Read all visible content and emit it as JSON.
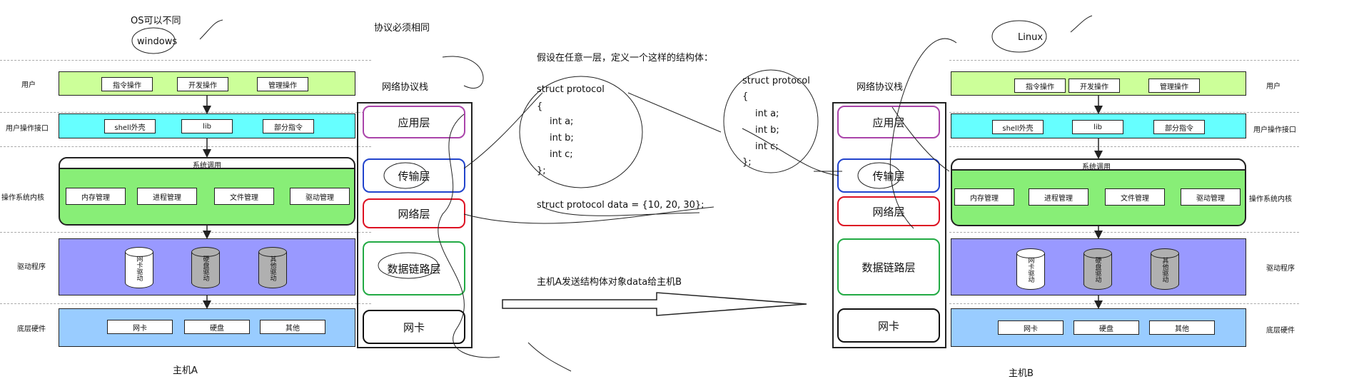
{
  "notes": {
    "os_can_differ": "OS可以不同",
    "windows": "windows",
    "linux": "Linux",
    "protocol_must_same": "协议必须相同",
    "assume_struct": "假设在任意一层，定义一个这样的结构体：",
    "send_msg": "主机A发送结构体对象data给主机B"
  },
  "code_left": {
    "decl": "struct protocol",
    "open": "{",
    "a": "int a;",
    "b": "int b;",
    "c": "int c;",
    "close": "};",
    "data_line": "struct protocol data  =  {10, 20, 30};"
  },
  "code_right": {
    "decl": "struct protocol",
    "open": "{",
    "a": "int a;",
    "b": "int b;",
    "c": "int c;",
    "close": "};"
  },
  "hostA": {
    "title": "主机A",
    "rows": {
      "user": "用户",
      "user_if": "用户操作接口",
      "kernel": "操作系统内核",
      "driver": "驱动程序",
      "hardware": "底层硬件"
    },
    "user_items": [
      "指令操作",
      "开发操作",
      "管理操作"
    ],
    "user_if_items": [
      "shell外壳",
      "lib",
      "部分指令"
    ],
    "syscall": "系统调用",
    "kernel_items": [
      "内存管理",
      "进程管理",
      "文件管理",
      "驱动管理"
    ],
    "driver_items": [
      "网卡驱动",
      "硬盘驱动",
      "其他驱动"
    ],
    "hw_items": [
      "网卡",
      "硬盘",
      "其他"
    ]
  },
  "hostB": {
    "title": "主机B",
    "rows": {
      "user": "用户",
      "user_if": "用户操作接口",
      "kernel": "操作系统内核",
      "driver": "驱动程序",
      "hardware": "底层硬件"
    },
    "user_items": [
      "指令操作",
      "开发操作",
      "管理操作"
    ],
    "user_if_items": [
      "shell外壳",
      "lib",
      "部分指令"
    ],
    "syscall": "系统调用",
    "kernel_items": [
      "内存管理",
      "进程管理",
      "文件管理",
      "驱动管理"
    ],
    "driver_items": [
      "网卡驱动",
      "硬盘驱动",
      "其他驱动"
    ],
    "hw_items": [
      "网卡",
      "硬盘",
      "其他"
    ]
  },
  "stackA": {
    "title": "网络协议栈",
    "layers": [
      "应用层",
      "传输层",
      "网络层",
      "数据链路层",
      "网卡"
    ]
  },
  "stackB": {
    "title": "网络协议栈",
    "layers": [
      "应用层",
      "传输层",
      "网络层",
      "数据链路层",
      "网卡"
    ]
  },
  "colors": {
    "user_row": "#ccff99",
    "user_if_row": "#66ffff",
    "kernel_row": "#88ee77",
    "driver_row": "#9999ff",
    "hardware_row": "#99ccff",
    "cyl_white": "#ffffff",
    "cyl_gray": "#b0b0b0",
    "app_layer": "#aa44aa",
    "transport_layer": "#2244cc",
    "network_layer": "#dd1122",
    "link_layer": "#22aa44",
    "nic_layer": "#111111"
  }
}
